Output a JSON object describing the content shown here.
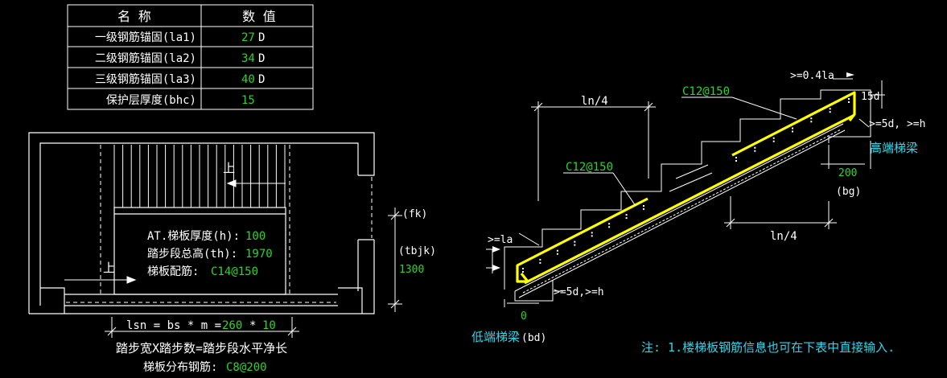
{
  "anchor_table": {
    "header_name": "名 称",
    "header_value": "数 值",
    "rows": [
      {
        "name": "一级钢筋锚固(la1)",
        "value": "27",
        "unit": "D"
      },
      {
        "name": "二级钢筋锚固(la2)",
        "value": "34",
        "unit": "D"
      },
      {
        "name": "三级钢筋锚固(la3)",
        "value": "40",
        "unit": "D"
      },
      {
        "name": "保护层厚度(bhc)",
        "value": "15",
        "unit": ""
      }
    ]
  },
  "plan": {
    "up_label_top": "上",
    "up_label_bottom": "上",
    "thickness_label": "AT.梯板厚度(h):",
    "thickness_value": "100",
    "height_label": "踏步段总高(th):",
    "height_value": "1970",
    "rebar_label": "梯板配筋:",
    "rebar_value": "C14@150",
    "fk_label": "(fk)",
    "tbjk_label": "(tbjk)",
    "tbjk_value": "1300",
    "lsn_prefix": "lsn = bs * m =",
    "lsn_bs": "260",
    "lsn_star": "*",
    "lsn_m": "10",
    "step_formula": "踏步宽X踏步数=踏步段水平净长",
    "dist_label": "梯板分布钢筋:",
    "dist_value": "C8@200"
  },
  "section": {
    "ln4_top": "ln/4",
    "ln4_bottom": "ln/4",
    "rebar_top": "C12@150",
    "rebar_mid": "C12@150",
    "anchor_top": ">=0.4la",
    "hook_15d": "15d",
    "high_beam_cond": ">=5d, >=h",
    "high_beam_label": "高端梯梁",
    "high_beam_width": "200",
    "bg_label": "(bg)",
    "la_label": ">=la",
    "low_beam_cond": ">=5d,>=h",
    "low_beam_zero": "0",
    "low_beam_label": "低端梯梁",
    "bd_label": "(bd)"
  },
  "note": "注: 1.楼梯板钢筋信息也可在下表中直接输入."
}
